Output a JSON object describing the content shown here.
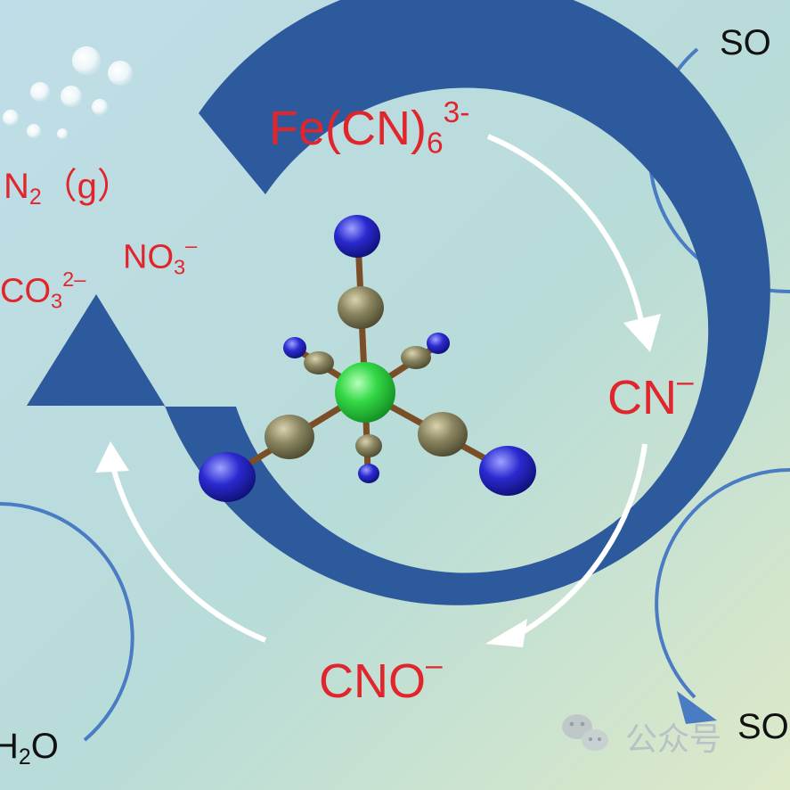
{
  "colors": {
    "ring": "#2c5a9d",
    "label_red": "#e0262c",
    "arrow_inner": "#ffffff",
    "side_arc": "#4a7cc4",
    "iron": "#2ecc40",
    "carbon": "#7a7752",
    "nitrogen": "#2323b8",
    "bond": "#7a4e26"
  },
  "labels": {
    "ferricyanide": {
      "base": "Fe(CN)",
      "sub": "6",
      "sup": "3-"
    },
    "cyanide": {
      "base": "CN",
      "sup": "–"
    },
    "cyanate": {
      "base": "CNO",
      "sup": "–"
    },
    "nitrogen_gas": {
      "base": "N",
      "sub": "2",
      "rest": "（g）"
    },
    "nitrate": {
      "base": "NO",
      "sub": "3",
      "sup": "–"
    },
    "carbonate": {
      "base": "CO",
      "sub": "3",
      "sup": "2–"
    },
    "water": {
      "base": "H",
      "sub": "2",
      "rest": "O"
    },
    "sulfate_top": "SO",
    "sulfate_bottom": "SO"
  },
  "watermark": {
    "text": "公众号",
    "icon": "wechat-icon"
  },
  "molecule": {
    "center_atom": "Fe",
    "ligand": "CN",
    "ligand_count": 6
  }
}
